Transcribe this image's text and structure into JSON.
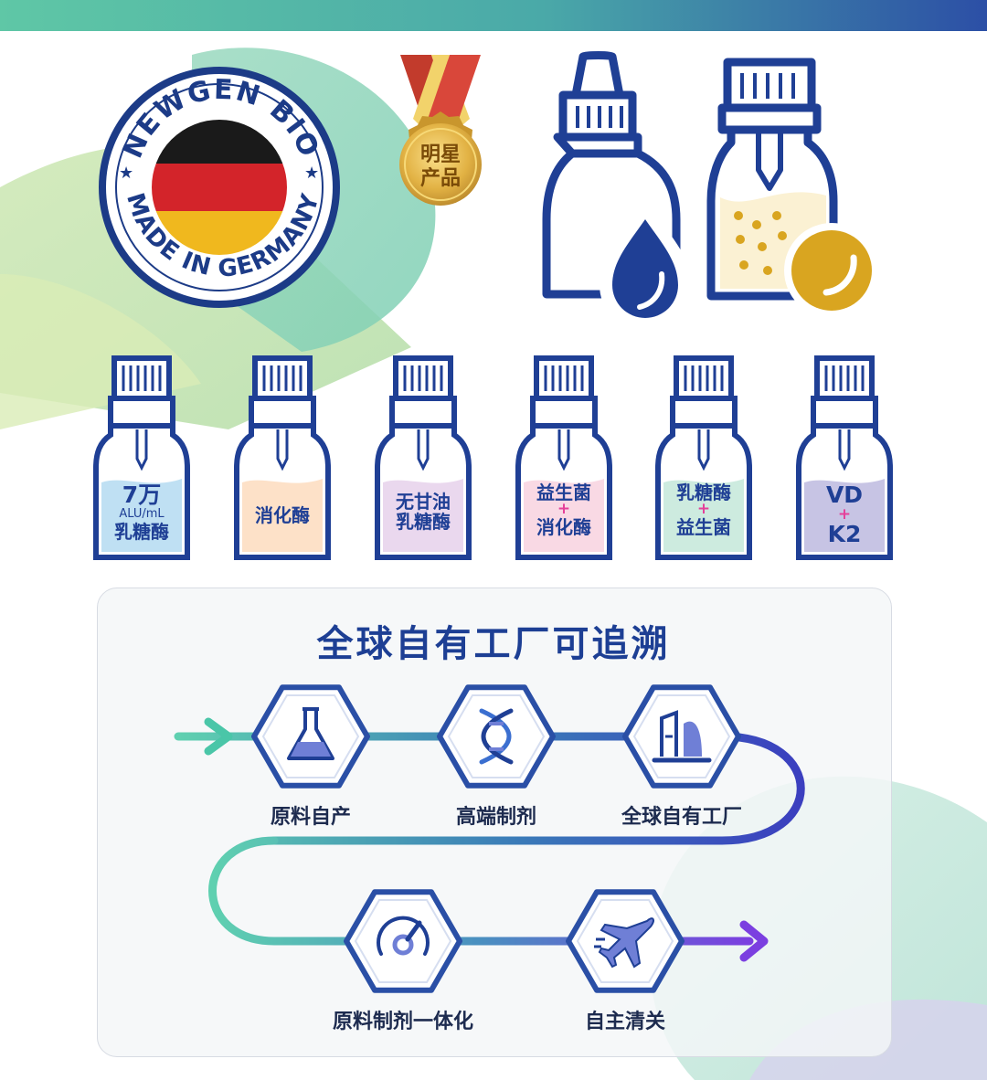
{
  "seal": {
    "top_text": "NEWGEN BIO",
    "bottom_text": "MADE IN GERMANY"
  },
  "medal": {
    "line1": "明星",
    "line2": "产品"
  },
  "product_icons": [
    "dropper-bottle-icon",
    "capsule-bottle-icon"
  ],
  "bottles": [
    {
      "lines": [
        "7万",
        "ALU/mL",
        "乳糖酶"
      ],
      "fill": "#bfe0f3"
    },
    {
      "lines": [
        "消化酶"
      ],
      "fill": "#fde1c8"
    },
    {
      "lines": [
        "无甘油",
        "乳糖酶"
      ],
      "fill": "#ead8ee"
    },
    {
      "lines": [
        "益生菌",
        "+",
        "消化酶"
      ],
      "fill": "#f9d9e4"
    },
    {
      "lines": [
        "乳糖酶",
        "+",
        "益生菌"
      ],
      "fill": "#cdebdf"
    },
    {
      "lines": [
        "VD",
        "+",
        "K2"
      ],
      "fill": "#c7c4e4"
    }
  ],
  "traceability": {
    "title": "全球自有工厂可追溯",
    "steps": [
      {
        "label": "原料自产",
        "icon": "flask-icon"
      },
      {
        "label": "高端制剂",
        "icon": "dna-icon"
      },
      {
        "label": "全球自有工厂",
        "icon": "factory-icon"
      },
      {
        "label": "原料制剂一体化",
        "icon": "gauge-icon"
      },
      {
        "label": "自主清关",
        "icon": "airplane-icon"
      }
    ]
  },
  "colors": {
    "navy": "#1d3f94",
    "gold": "#d9a520",
    "teal": "#5fc7a6",
    "brand_blue": "#2c4fa6"
  }
}
